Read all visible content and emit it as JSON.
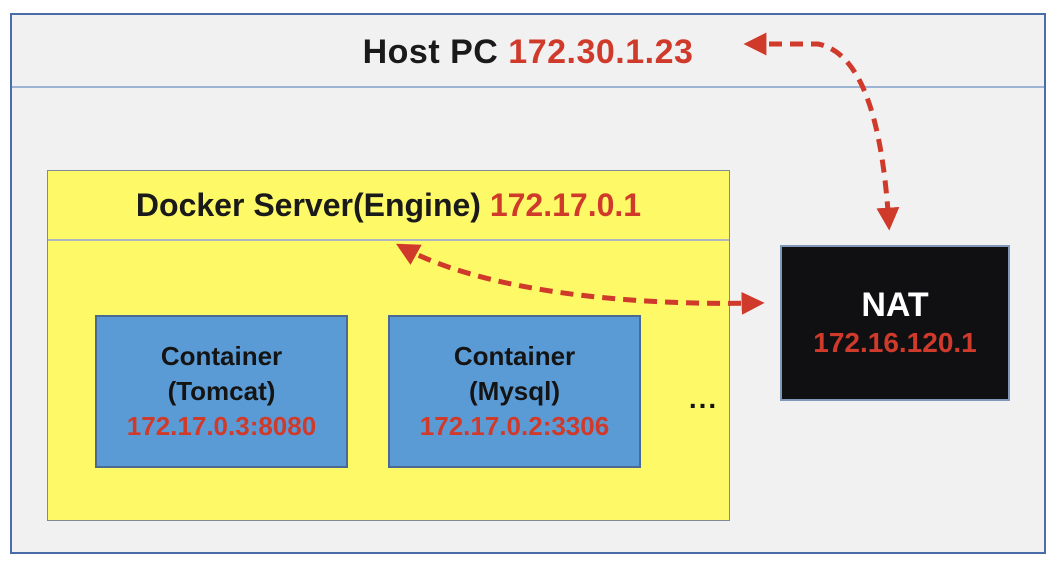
{
  "host": {
    "label": "Host PC",
    "ip": "172.30.1.23"
  },
  "docker": {
    "label": "Docker Server(Engine)",
    "ip": "172.17.0.1",
    "containers": [
      {
        "name": "Container",
        "sub": "(Tomcat)",
        "address": "172.17.0.3:8080"
      },
      {
        "name": "Container",
        "sub": "(Mysql)",
        "address": "172.17.0.2:3306"
      }
    ],
    "more_indicator": "..."
  },
  "nat": {
    "label": "NAT",
    "ip": "172.16.120.1"
  },
  "connections": [
    {
      "name": "nat-host-link",
      "style": "red-dashed-double-arrow",
      "from": "nat",
      "to": "host-title"
    },
    {
      "name": "nat-docker-link",
      "style": "red-dashed-double-arrow",
      "from": "nat",
      "to": "docker-server"
    }
  ],
  "colors": {
    "accent_red": "#d03a2b",
    "docker_yellow": "#fdf967",
    "container_blue": "#5b9bd5",
    "nat_black": "#101012",
    "outer_border_blue": "#4a6da8",
    "host_background": "#f1f1f2"
  }
}
